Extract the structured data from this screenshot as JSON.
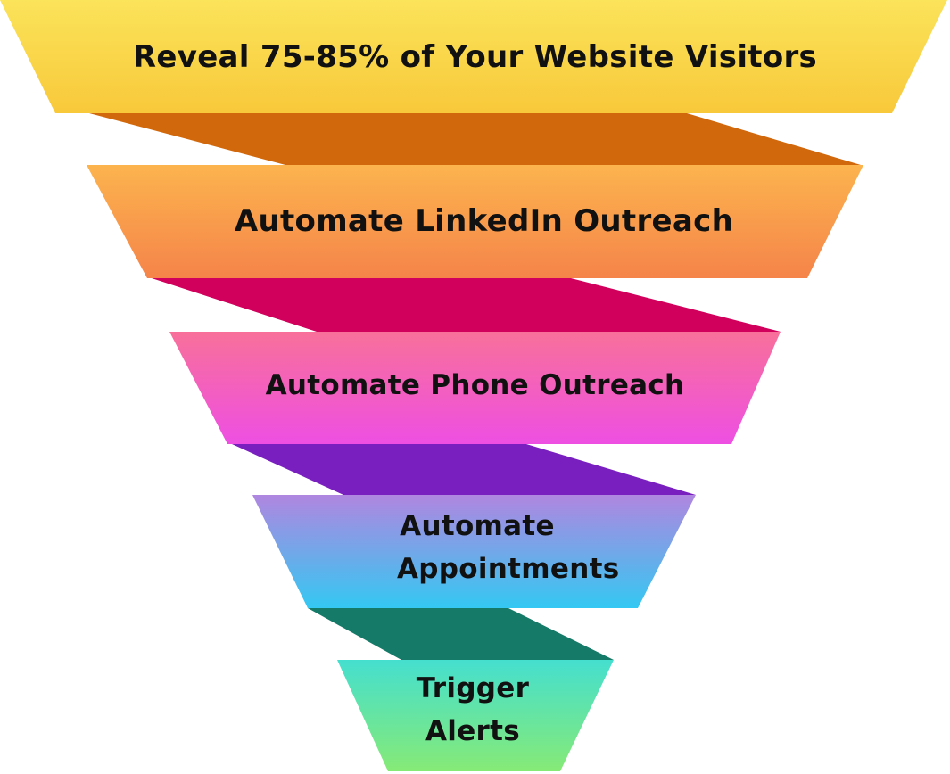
{
  "funnel": {
    "stages": [
      {
        "label": "Reveal 75-85% of Your Website Visitors",
        "color_top": "#fbe35a",
        "color_bottom": "#f8c93a",
        "ribbon_color": "#d2680c"
      },
      {
        "label": "Automate LinkedIn Outreach",
        "color_top": "#fcb44e",
        "color_bottom": "#f5844a",
        "ribbon_color": "#d1005c"
      },
      {
        "label": "Automate Phone Outreach",
        "color_top": "#f8709a",
        "color_bottom": "#ee4fe2",
        "ribbon_color": "#7a1fbf"
      },
      {
        "label": "Automate Appointments",
        "color_top": "#b086e0",
        "color_bottom": "#34c8f2",
        "ribbon_color": "#167a68"
      },
      {
        "label": "Trigger Alerts",
        "color_top": "#45dfcf",
        "color_bottom": "#86ea76",
        "ribbon_color": ""
      }
    ]
  }
}
